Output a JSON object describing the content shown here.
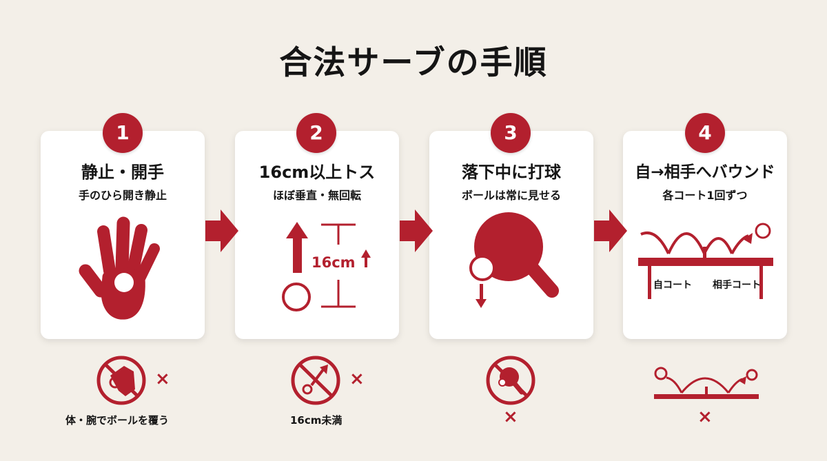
{
  "title": "合法サーブの手順",
  "steps": [
    {
      "number": "1",
      "title": "静止・開手",
      "subtitle": "手のひら開き静止"
    },
    {
      "number": "2",
      "title": "16cm以上トス",
      "subtitle": "ほぼ垂直・無回転",
      "height_label": "16cm"
    },
    {
      "number": "3",
      "title": "落下中に打球",
      "subtitle": "ボールは常に見せる"
    },
    {
      "number": "4",
      "title": "自→相手へバウンド",
      "subtitle": "各コート1回ずつ",
      "own_court": "自コート",
      "opp_court": "相手コート"
    }
  ],
  "fouls": [
    {
      "label": "体・腕でボールを覆う",
      "mark": "×"
    },
    {
      "label": "16cm未満",
      "mark": "×"
    },
    {
      "label": "",
      "mark": "×"
    },
    {
      "label": "",
      "mark": "×"
    }
  ],
  "colors": {
    "accent": "#b3202e",
    "background": "#f3efe8",
    "card": "#ffffff"
  },
  "icons": [
    "open-hand-icon",
    "toss-height-icon",
    "paddle-strike-icon",
    "bounce-court-icon",
    "prohibited-icon"
  ]
}
